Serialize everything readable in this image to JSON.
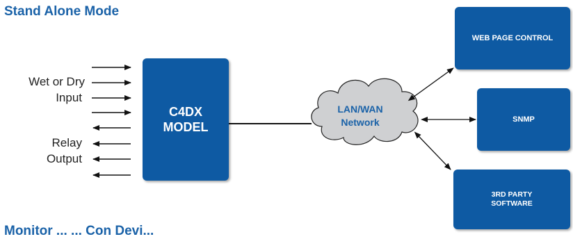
{
  "header": {
    "title": "Stand Alone Mode",
    "next_section_partial": "Monitor ... ... Con Devi..."
  },
  "inputs": {
    "line1": "Wet or Dry",
    "line2": "Input"
  },
  "outputs": {
    "line1": "Relay",
    "line2": "Output"
  },
  "device": {
    "line1": "C4DX",
    "line2": "MODEL"
  },
  "network": {
    "line1": "LAN/WAN",
    "line2": "Network"
  },
  "endpoints": {
    "web": "WEB PAGE CONTROL",
    "snmp": "SNMP",
    "third_party_line1": "3RD PARTY",
    "third_party_line2": "SOFTWARE"
  },
  "colors": {
    "accent": "#1a62a8",
    "box": "#0e5aa3",
    "cloud": "#cfd0d2"
  }
}
